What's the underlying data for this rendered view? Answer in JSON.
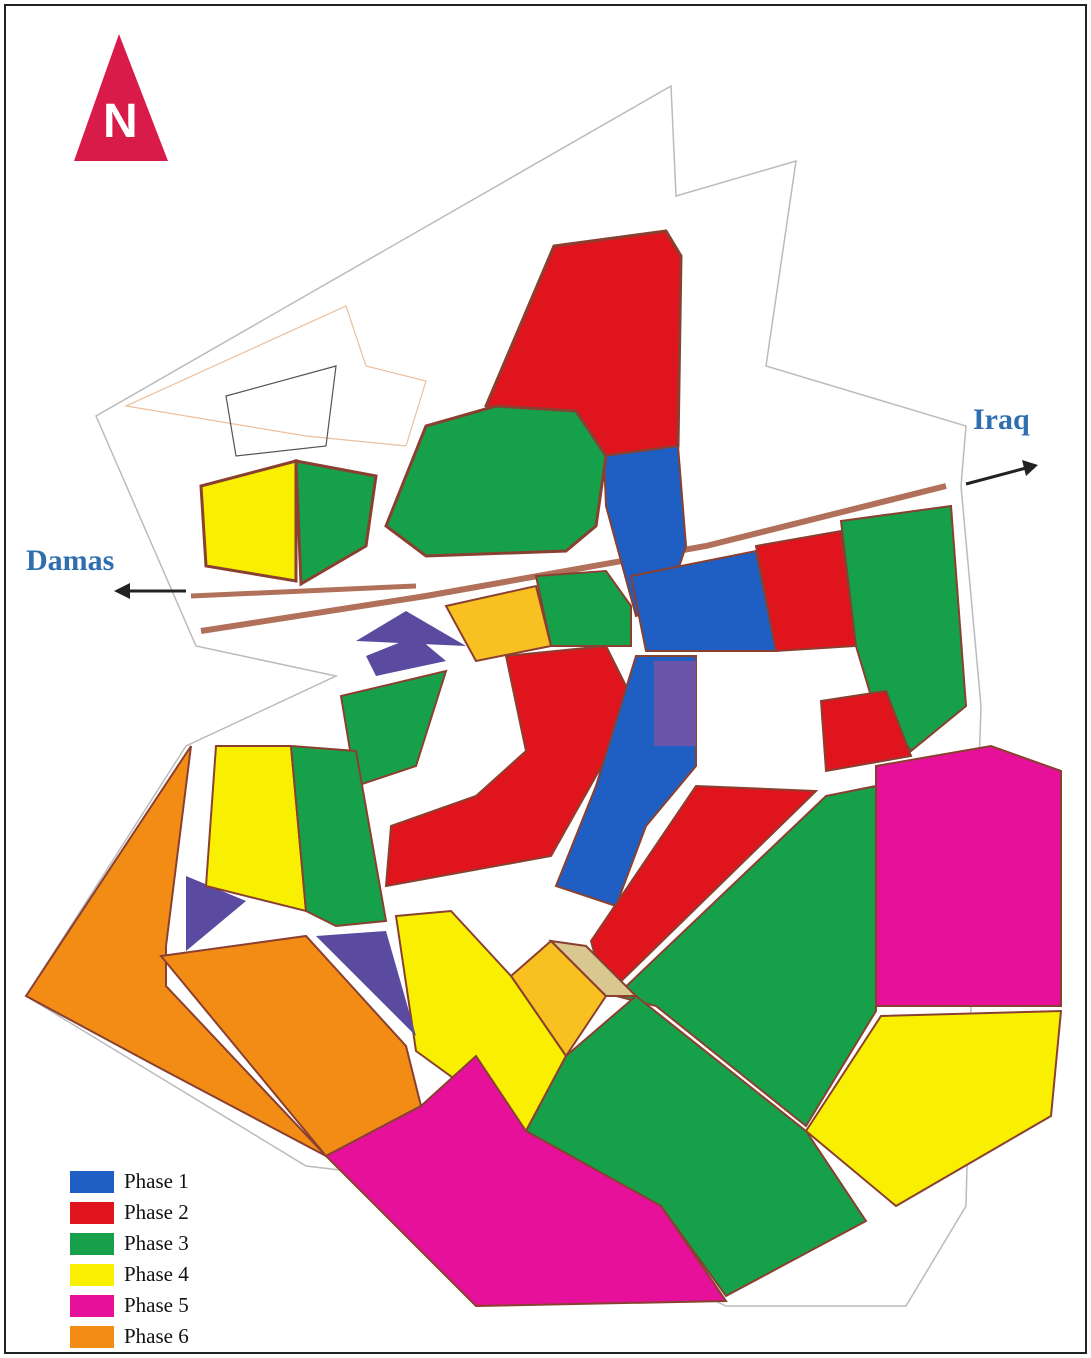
{
  "compass": {
    "letter": "N",
    "color": "#d81b49"
  },
  "directions": {
    "west": "Damas",
    "east": "Iraq"
  },
  "legend": [
    {
      "label": "Phase 1",
      "color": "#1f5fc4"
    },
    {
      "label": "Phase 2",
      "color": "#e0141d"
    },
    {
      "label": "Phase 3",
      "color": "#16a04a"
    },
    {
      "label": "Phase 4",
      "color": "#f8f000"
    },
    {
      "label": "Phase 5",
      "color": "#e6109a"
    },
    {
      "label": "Phase 6",
      "color": "#f28c14"
    }
  ],
  "colors": {
    "road": "#a8584a",
    "outline": "#999999",
    "purple": "#5a4aa0",
    "label_blue": "#2f6fb0"
  }
}
